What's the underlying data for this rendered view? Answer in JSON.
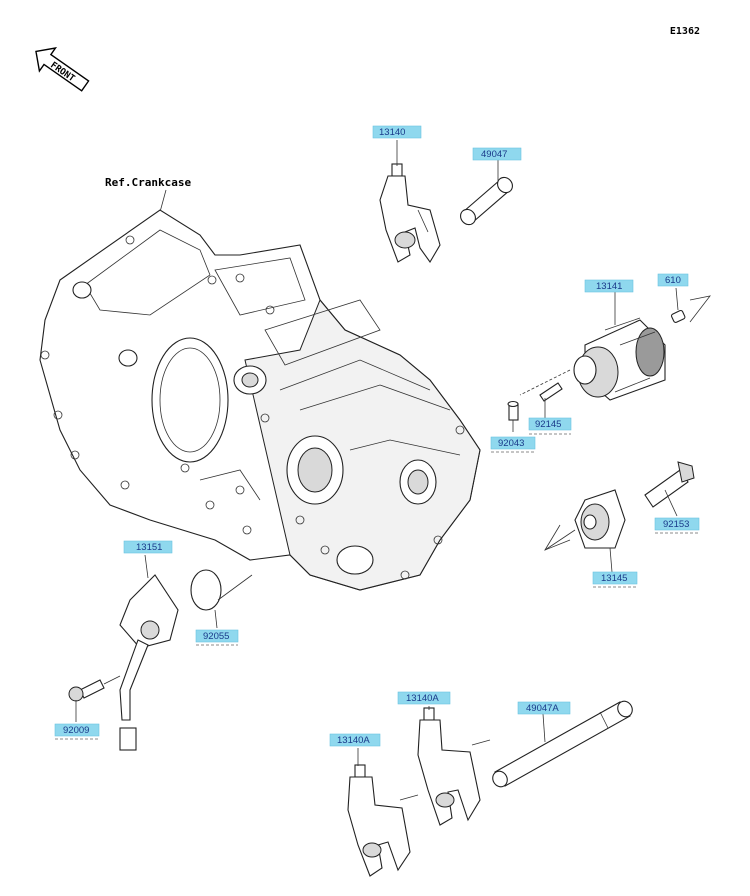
{
  "diagram_code": "E1362",
  "front_label": "FRONT",
  "ref_label": "Ref.Crankcase",
  "callouts": {
    "p13140": "13140",
    "p49047": "49047",
    "p13141": "13141",
    "p610": "610",
    "p92145": "92145",
    "p92043": "92043",
    "p92153": "92153",
    "p13145": "13145",
    "p13151": "13151",
    "p92055": "92055",
    "p92009": "92009",
    "p13140A_a": "13140A",
    "p13140A_b": "13140A",
    "p49047A": "49047A"
  },
  "colors": {
    "callout_fill": "#8fd8ee",
    "callout_text": "#1a3a8a",
    "line": "#222222"
  }
}
